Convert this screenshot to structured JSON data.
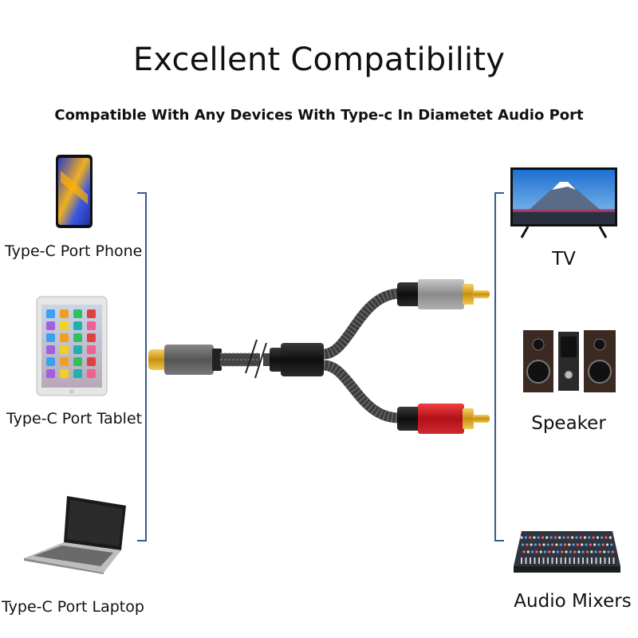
{
  "header": {
    "title": "Excellent Compatibility",
    "subtitle": "Compatible With Any Devices With Type-c In Diametet Audio Port"
  },
  "left_devices": [
    {
      "label": "Type-C Port Phone",
      "icon": "phone-icon"
    },
    {
      "label": "Type-C Port Tablet",
      "icon": "tablet-icon"
    },
    {
      "label": "Type-C Port Laptop",
      "icon": "laptop-icon"
    }
  ],
  "right_devices": [
    {
      "label": "TV",
      "icon": "tv-icon"
    },
    {
      "label": "Speaker",
      "icon": "speaker-icon"
    },
    {
      "label": "Audio Mixers",
      "icon": "audio-mixer-icon"
    }
  ],
  "colors": {
    "bracket": "#3a5a8c",
    "rca_red": "#c8202a",
    "rca_silver": "#9a9a9a",
    "gold_tip": "#d9a520"
  }
}
